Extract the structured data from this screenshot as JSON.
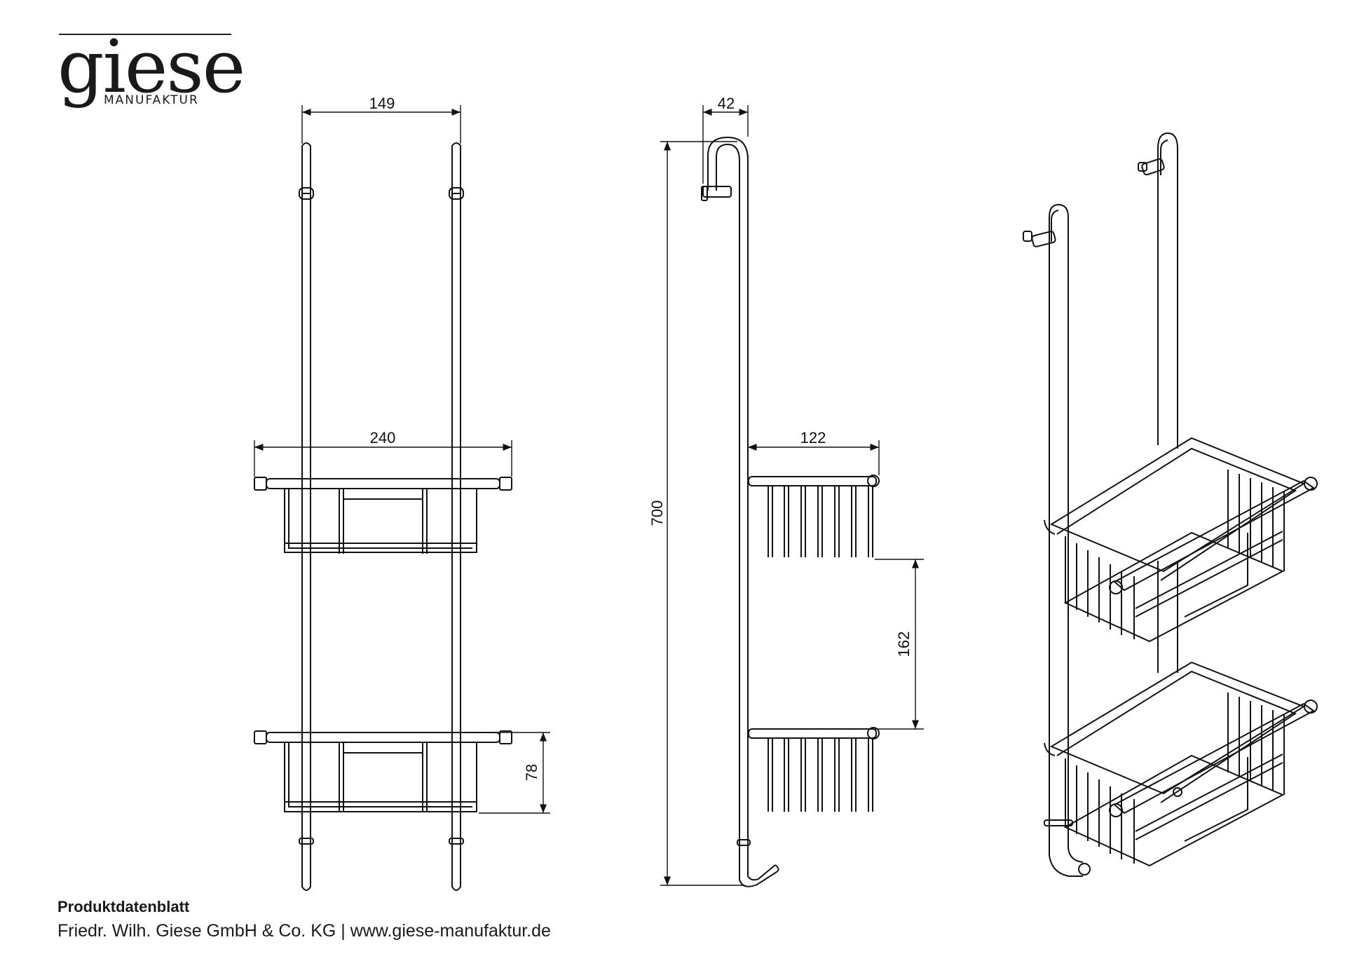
{
  "brand": {
    "name": "giese",
    "subtitle": "MANUFAKTUR"
  },
  "dimensions": {
    "upright_spacing": "149",
    "basket_width": "240",
    "hook_depth": "42",
    "total_height": "700",
    "basket_depth": "122",
    "basket_spacing": "162",
    "basket_height": "78"
  },
  "footer": {
    "title": "Produktdatenblatt",
    "line": "Friedr. Wilh. Giese GmbH & Co. KG | www.giese-manufaktur.de"
  }
}
